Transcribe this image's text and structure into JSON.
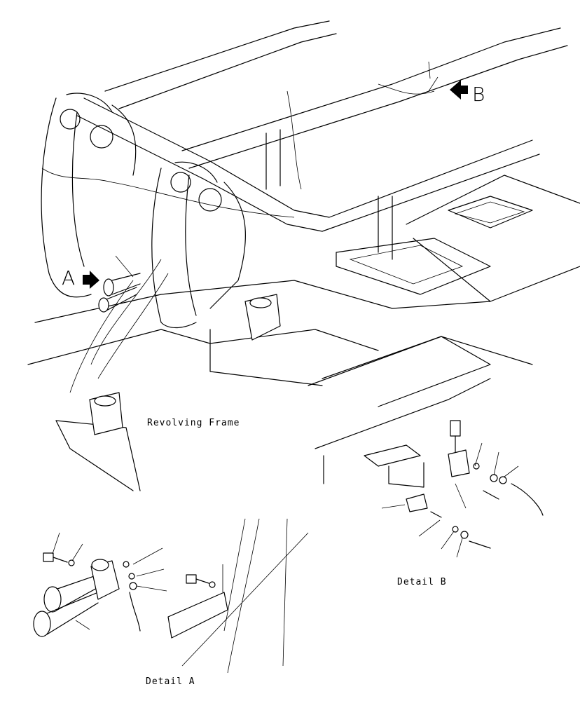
{
  "labels": {
    "callout_a": "A",
    "callout_b": "B",
    "revolving_frame": "Revolving Frame",
    "detail_a": "Detail A",
    "detail_b": "Detail B"
  }
}
